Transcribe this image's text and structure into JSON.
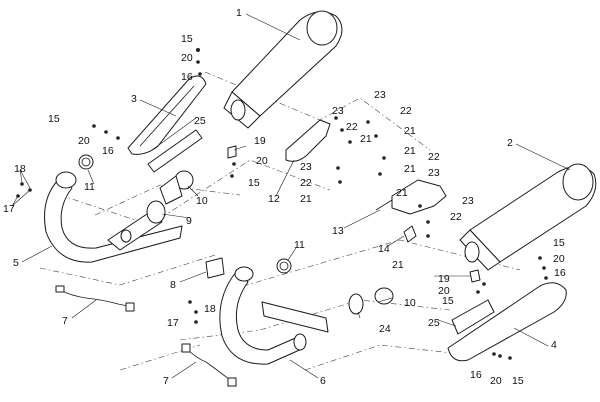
{
  "diagram": {
    "background": "#ffffff",
    "line_color": "#1a1a1a"
  },
  "callouts": {
    "c1": "1",
    "c2": "2",
    "c3": "3",
    "c4": "4",
    "c5": "5",
    "c6": "6",
    "c7a": "7",
    "c7b": "7",
    "c8": "8",
    "c9": "9",
    "c10a": "10",
    "c10b": "10",
    "c11a": "11",
    "c11b": "11",
    "c12": "12",
    "c13": "13",
    "c14": "14",
    "c15a": "15",
    "c15b": "15",
    "c15c": "15",
    "c15d": "15",
    "c15e": "15",
    "c15f": "15",
    "c16a": "16",
    "c16b": "16",
    "c16c": "16",
    "c16d": "16",
    "c17a": "17",
    "c17b": "17",
    "c18a": "18",
    "c18b": "18",
    "c19a": "19",
    "c19b": "19",
    "c20a": "20",
    "c20b": "20",
    "c20c": "20",
    "c20d": "20",
    "c20e": "20",
    "c20f": "20",
    "c21a": "21",
    "c21b": "21",
    "c21c": "21",
    "c21d": "21",
    "c21e": "21",
    "c21f": "21",
    "c21g": "21",
    "c22a": "22",
    "c22b": "22",
    "c22c": "22",
    "c22d": "22",
    "c22e": "22",
    "c23a": "23",
    "c23b": "23",
    "c23c": "23",
    "c23d": "23",
    "c23e": "23",
    "c24": "24",
    "c25a": "25",
    "c25b": "25"
  }
}
